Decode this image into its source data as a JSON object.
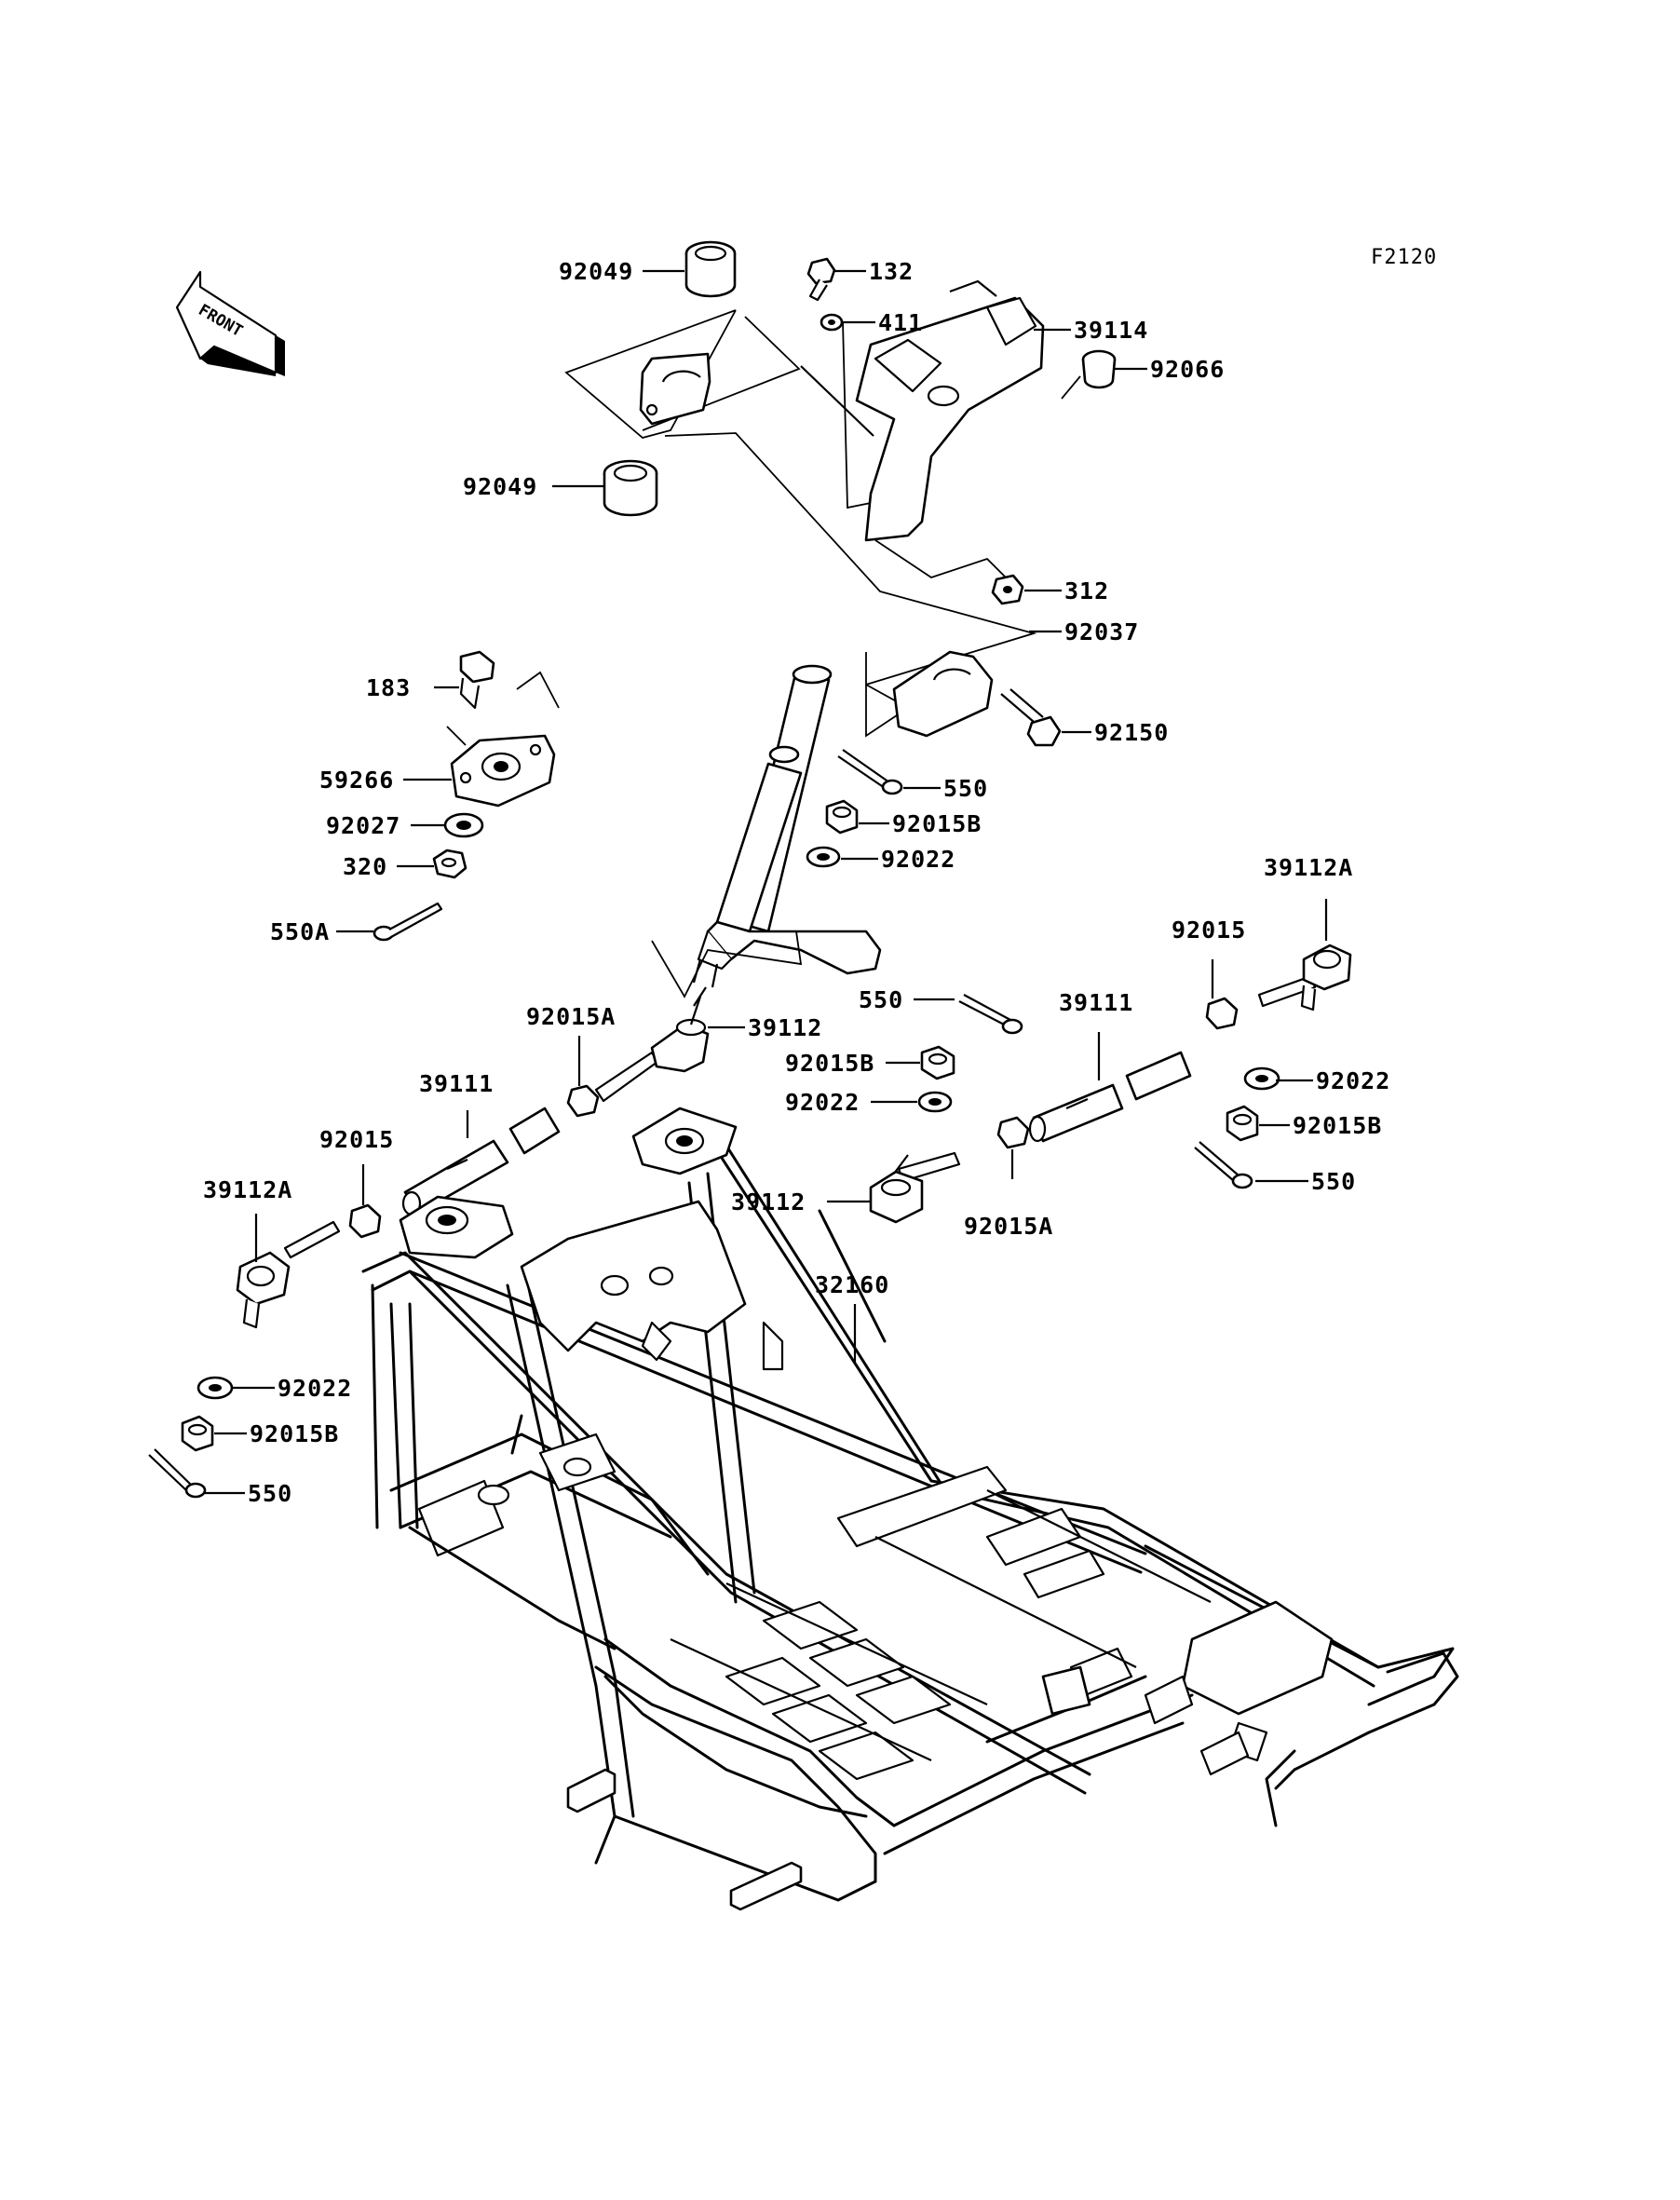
{
  "diagram": {
    "figure_id": "F2120",
    "front_marker": "FRONT",
    "callouts": [
      {
        "id": "c-92049-a",
        "label": "92049"
      },
      {
        "id": "c-132",
        "label": "132"
      },
      {
        "id": "c-411",
        "label": "411"
      },
      {
        "id": "c-39114",
        "label": "39114"
      },
      {
        "id": "c-92066",
        "label": "92066"
      },
      {
        "id": "c-92049-b",
        "label": "92049"
      },
      {
        "id": "c-312",
        "label": "312"
      },
      {
        "id": "c-92037",
        "label": "92037"
      },
      {
        "id": "c-183",
        "label": "183"
      },
      {
        "id": "c-92150",
        "label": "92150"
      },
      {
        "id": "c-59266",
        "label": "59266"
      },
      {
        "id": "c-550-a",
        "label": "550"
      },
      {
        "id": "c-92027",
        "label": "92027"
      },
      {
        "id": "c-92015B-a",
        "label": "92015B"
      },
      {
        "id": "c-320",
        "label": "320"
      },
      {
        "id": "c-92022-a",
        "label": "92022"
      },
      {
        "id": "c-39112A-a",
        "label": "39112A"
      },
      {
        "id": "c-550A",
        "label": "550A"
      },
      {
        "id": "c-92015-a",
        "label": "92015"
      },
      {
        "id": "c-550-b",
        "label": "550"
      },
      {
        "id": "c-92015A-a",
        "label": "92015A"
      },
      {
        "id": "c-39112-a",
        "label": "39112"
      },
      {
        "id": "c-39111-a",
        "label": "39111"
      },
      {
        "id": "c-92015B-b",
        "label": "92015B"
      },
      {
        "id": "c-92022-b",
        "label": "92022"
      },
      {
        "id": "c-39111-b",
        "label": "39111"
      },
      {
        "id": "c-92022-c",
        "label": "92022"
      },
      {
        "id": "c-92015B-c",
        "label": "92015B"
      },
      {
        "id": "c-92015-b",
        "label": "92015"
      },
      {
        "id": "c-550-c",
        "label": "550"
      },
      {
        "id": "c-39112A-b",
        "label": "39112A"
      },
      {
        "id": "c-39112-b",
        "label": "39112"
      },
      {
        "id": "c-92015A-b",
        "label": "92015A"
      },
      {
        "id": "c-32160",
        "label": "32160"
      },
      {
        "id": "c-92022-d",
        "label": "92022"
      },
      {
        "id": "c-92015B-d",
        "label": "92015B"
      },
      {
        "id": "c-550-d",
        "label": "550"
      }
    ]
  }
}
